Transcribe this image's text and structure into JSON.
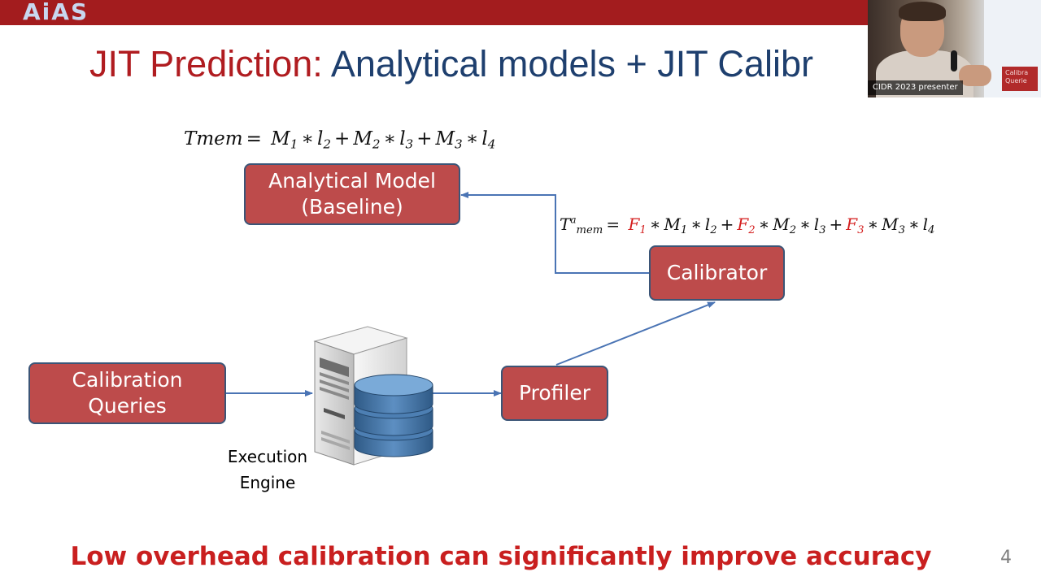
{
  "header": {
    "logo_text": "AiAS",
    "title_prefix": "JIT Prediction:",
    "title_rest": " Analytical models + JIT Calibr"
  },
  "webcam": {
    "label": "CIDR 2023 presenter",
    "badge_text": "Calibra Querie"
  },
  "equations": {
    "tmem": {
      "lhs": "Tmem",
      "eq": "=",
      "terms": [
        {
          "m": "M",
          "m_sub": "1",
          "l": "l",
          "l_sub": "2"
        },
        {
          "m": "M",
          "m_sub": "2",
          "l": "l",
          "l_sub": "3"
        },
        {
          "m": "M",
          "m_sub": "3",
          "l": "l",
          "l_sub": "4"
        }
      ]
    },
    "calibrated": {
      "lhs": "T",
      "lhs_sup": "a",
      "lhs_sub": "mem",
      "eq": "=",
      "terms": [
        {
          "f": "F",
          "f_sub": "1",
          "m": "M",
          "m_sub": "1",
          "l": "l",
          "l_sub": "2"
        },
        {
          "f": "F",
          "f_sub": "2",
          "m": "M",
          "m_sub": "2",
          "l": "l",
          "l_sub": "3"
        },
        {
          "f": "F",
          "f_sub": "3",
          "m": "M",
          "m_sub": "3",
          "l": "l",
          "l_sub": "4"
        }
      ]
    },
    "mul": "∗",
    "plus": "+"
  },
  "boxes": {
    "analytical_model": {
      "line1": "Analytical Model",
      "line2": "(Baseline)"
    },
    "calibrator": {
      "label": "Calibrator"
    },
    "calibration_queries": {
      "line1": "Calibration",
      "line2": "Queries"
    },
    "profiler": {
      "label": "Profiler"
    }
  },
  "execution_engine": {
    "line1": "Execution",
    "line2": "Engine"
  },
  "footer": {
    "takeaway": "Low overhead calibration can significantly improve accuracy",
    "page_number": "4"
  },
  "colors": {
    "top_bar": "#a31c1e",
    "title_red": "#b01c20",
    "title_blue": "#1e3f6e",
    "box_fill": "#bd4b4b",
    "box_border": "#3b5577",
    "arrow": "#4a74b4",
    "highlight_red": "#d41f1f"
  }
}
